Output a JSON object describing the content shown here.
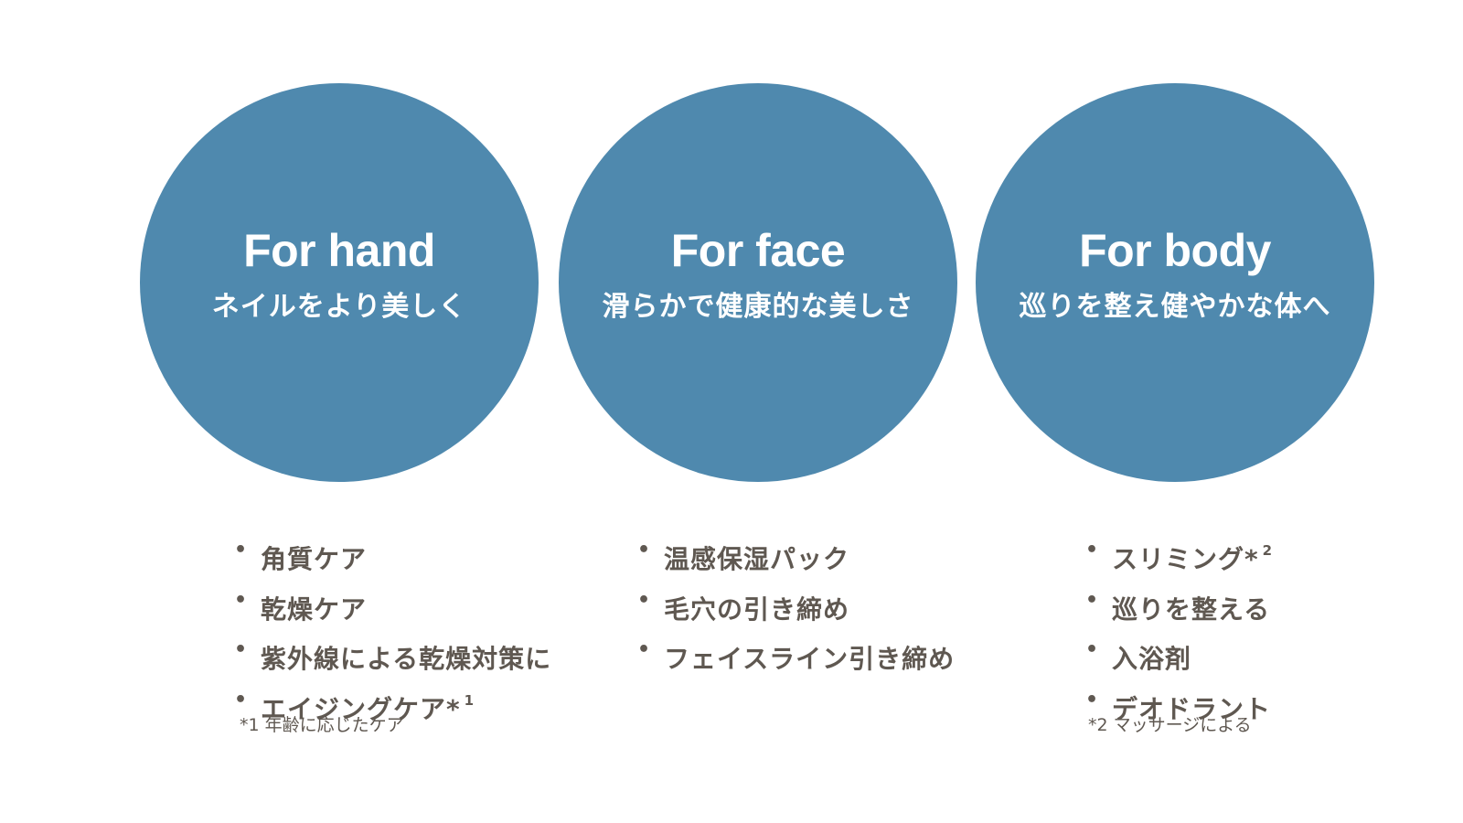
{
  "colors": {
    "circle": "#4f89ae",
    "circle_text": "#ffffff",
    "list_text": "#5f5851",
    "background": "#ffffff"
  },
  "sections": [
    {
      "title": "For hand",
      "subtitle": "ネイルをより美しく",
      "items": [
        {
          "label": "角質ケア",
          "sup": ""
        },
        {
          "label": "乾燥ケア",
          "sup": ""
        },
        {
          "label": "紫外線による乾燥対策に",
          "sup": ""
        },
        {
          "label": "エイジングケア*",
          "sup": "1"
        }
      ],
      "note": "*1 年齢に応じたケア"
    },
    {
      "title": "For face",
      "subtitle": "滑らかで健康的な美しさ",
      "items": [
        {
          "label": "温感保湿パック",
          "sup": ""
        },
        {
          "label": "毛穴の引き締め",
          "sup": ""
        },
        {
          "label": "フェイスライン引き締め",
          "sup": ""
        }
      ],
      "note": ""
    },
    {
      "title": "For body",
      "subtitle": "巡りを整え健やかな体へ",
      "items": [
        {
          "label": "スリミング*",
          "sup": "2"
        },
        {
          "label": "巡りを整える",
          "sup": ""
        },
        {
          "label": "入浴剤",
          "sup": ""
        },
        {
          "label": "デオドラント",
          "sup": ""
        }
      ],
      "note": "*2 マッサージによる"
    }
  ],
  "bullet_glyph": "•"
}
